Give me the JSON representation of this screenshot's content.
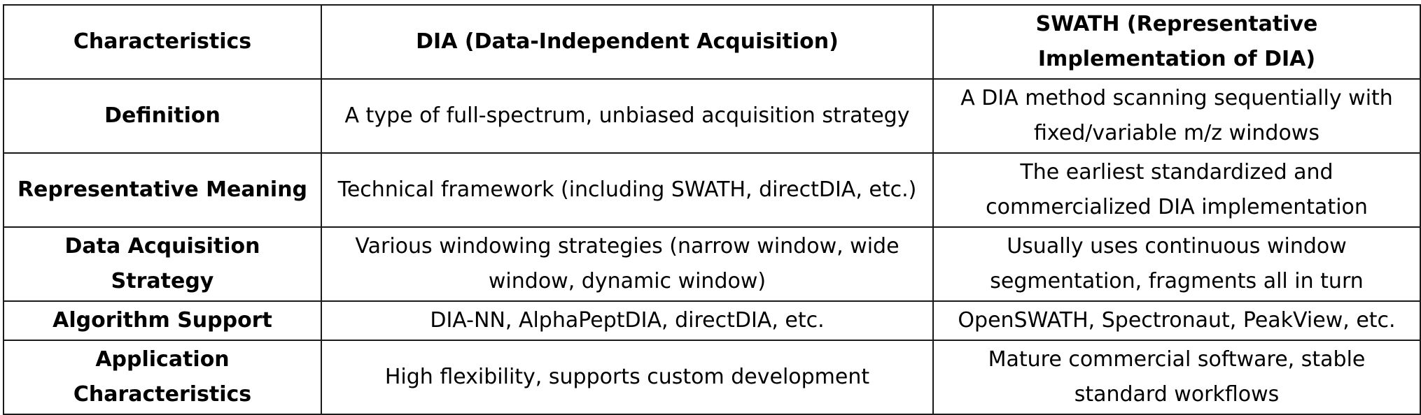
{
  "table": {
    "headers": [
      "Characteristics",
      "DIA (Data-Independent Acquisition)",
      "SWATH (Representative Implementation of DIA)"
    ],
    "rows": [
      {
        "label": "Definition",
        "dia": "A type of full-spectrum, unbiased acquisition strategy",
        "swath": "A DIA method scanning sequentially with fixed/variable m/z windows"
      },
      {
        "label": "Representative Meaning",
        "dia": "Technical framework (including SWATH, directDIA, etc.)",
        "swath": "The earliest standardized and commercialized DIA implementation"
      },
      {
        "label": "Data Acquisition Strategy",
        "dia": "Various windowing strategies (narrow window, wide window, dynamic window)",
        "swath": "Usually uses continuous window segmentation, fragments all in turn"
      },
      {
        "label": "Algorithm Support",
        "dia": "DIA-NN, AlphaPeptDIA, directDIA, etc.",
        "swath": "OpenSWATH, Spectronaut, PeakView, etc."
      },
      {
        "label": "Application Characteristics",
        "dia": "High flexibility, supports custom development",
        "swath": "Mature commercial software, stable standard workflows"
      }
    ]
  }
}
